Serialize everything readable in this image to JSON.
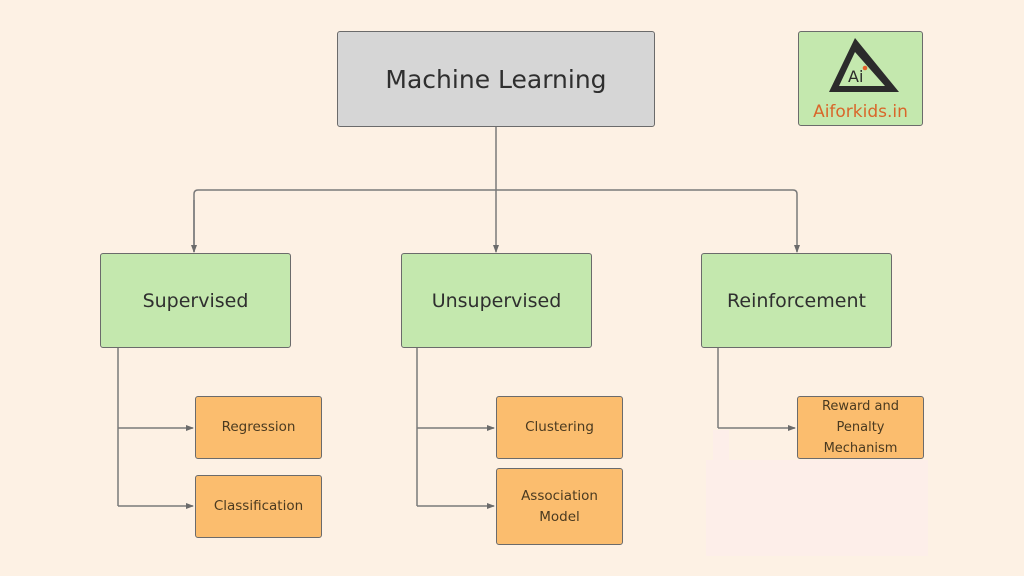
{
  "root": {
    "label": "Machine Learning"
  },
  "categories": [
    {
      "label": "Supervised",
      "children": [
        "Regression",
        "Classification"
      ]
    },
    {
      "label": "Unsupervised",
      "children": [
        "Clustering",
        "Association Model"
      ]
    },
    {
      "label": "Reinforcement",
      "children": [
        "Reward and Penalty Mechanism"
      ]
    }
  ],
  "leaves": {
    "regression": "Regression",
    "classification": "Classification",
    "clustering": "Clustering",
    "association_line1": "Association",
    "association_line2": "Model",
    "reward_line1": "Reward and",
    "reward_line2": "Penalty",
    "reward_line3": "Mechanism"
  },
  "logo": {
    "glyph": "Ai",
    "text_first": "A",
    "text_rest": "iforkids.in"
  },
  "colors": {
    "background": "#fdf1e4",
    "root": "#d6d6d6",
    "category": "#c4e8ae",
    "leaf": "#fbbd6e",
    "brand": "#d9662a"
  }
}
